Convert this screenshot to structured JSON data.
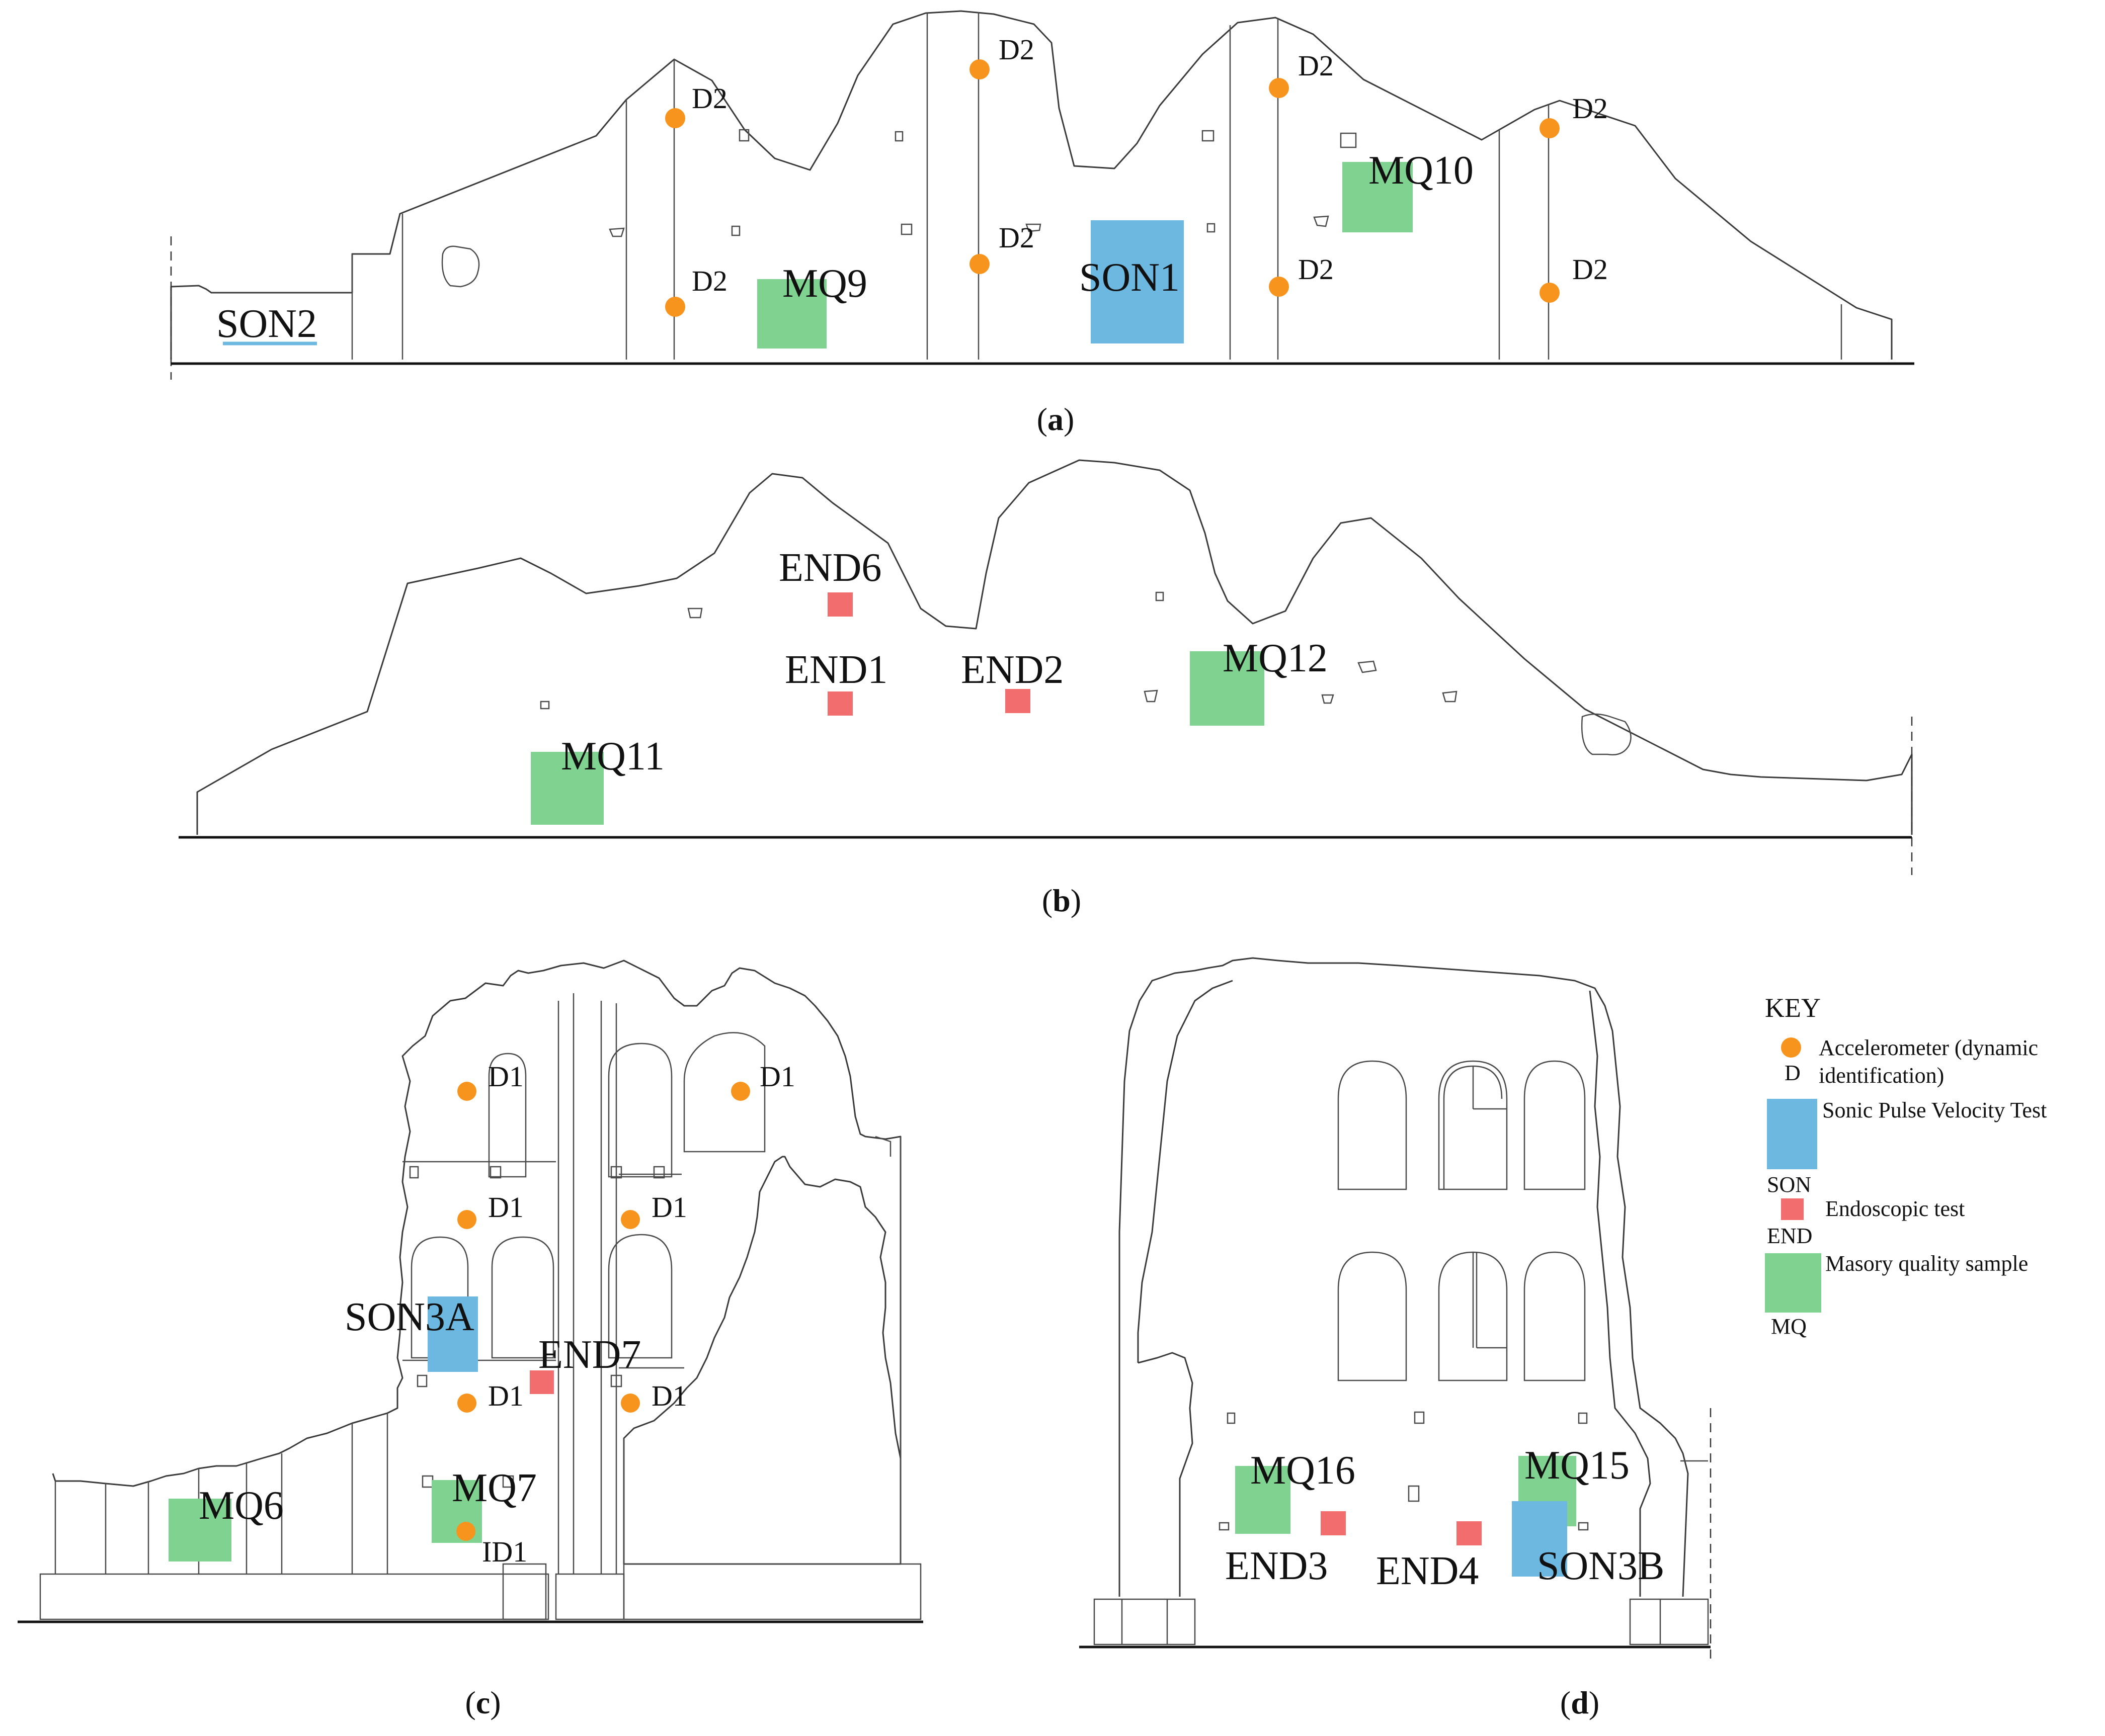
{
  "colors": {
    "accelerometer": "#F7941D",
    "sonic": "#6CB8E0",
    "endoscopic": "#F26D6D",
    "masonry": "#80D291",
    "outline": "#3a3a3a"
  },
  "panels": {
    "a": {
      "caption": {
        "open": "(",
        "letter": "a",
        "close": ")"
      },
      "markers": [
        {
          "kind": "acc",
          "label": "D2"
        },
        {
          "kind": "acc",
          "label": "D2"
        },
        {
          "kind": "acc",
          "label": "D2"
        },
        {
          "kind": "acc",
          "label": "D2"
        },
        {
          "kind": "acc",
          "label": "D2"
        },
        {
          "kind": "acc",
          "label": "D2"
        },
        {
          "kind": "acc",
          "label": "D2"
        },
        {
          "kind": "acc",
          "label": "D2"
        },
        {
          "kind": "mq",
          "label": "MQ9"
        },
        {
          "kind": "mq",
          "label": "MQ10"
        },
        {
          "kind": "son",
          "label": "SON1"
        },
        {
          "kind": "son-line",
          "label": "SON2"
        }
      ]
    },
    "b": {
      "caption": {
        "open": "(",
        "letter": "b",
        "close": ")"
      },
      "markers": [
        {
          "kind": "end",
          "label": "END6"
        },
        {
          "kind": "end",
          "label": "END1"
        },
        {
          "kind": "end",
          "label": "END2"
        },
        {
          "kind": "mq",
          "label": "MQ12"
        },
        {
          "kind": "mq",
          "label": "MQ11"
        }
      ]
    },
    "c": {
      "caption": {
        "open": "(",
        "letter": "c",
        "close": ")"
      },
      "markers": [
        {
          "kind": "acc",
          "label": "D1"
        },
        {
          "kind": "acc",
          "label": "D1"
        },
        {
          "kind": "acc",
          "label": "D1"
        },
        {
          "kind": "acc",
          "label": "D1"
        },
        {
          "kind": "acc",
          "label": "D1"
        },
        {
          "kind": "acc",
          "label": "D1"
        },
        {
          "kind": "son",
          "label": "SON3A"
        },
        {
          "kind": "end",
          "label": "END7"
        },
        {
          "kind": "mq",
          "label": "MQ6"
        },
        {
          "kind": "mq",
          "label": "MQ7"
        },
        {
          "kind": "acc",
          "label": "ID1"
        }
      ]
    },
    "d": {
      "caption": {
        "open": "(",
        "letter": "d",
        "close": ")"
      },
      "markers": [
        {
          "kind": "mq",
          "label": "MQ16"
        },
        {
          "kind": "mq",
          "label": "MQ15"
        },
        {
          "kind": "end",
          "label": "END3"
        },
        {
          "kind": "end",
          "label": "END4"
        },
        {
          "kind": "son",
          "label": "SON3B"
        }
      ]
    }
  },
  "key": {
    "title": "KEY",
    "items": [
      {
        "kind": "acc",
        "text_lines": [
          "Accelerometer (dynamic",
          "identification)"
        ],
        "code": "D"
      },
      {
        "kind": "son",
        "text_lines": [
          "Sonic Pulse Velocity Test"
        ],
        "code": "SON"
      },
      {
        "kind": "end",
        "text_lines": [
          "Endoscopic test"
        ],
        "code": "END"
      },
      {
        "kind": "mq",
        "text_lines": [
          "Masory quality sample"
        ],
        "code": "MQ"
      }
    ]
  }
}
